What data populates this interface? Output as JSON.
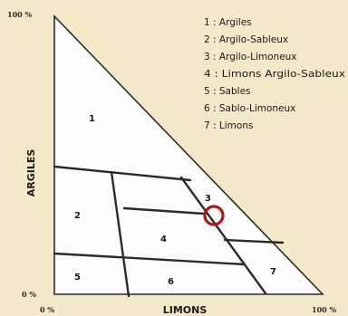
{
  "corners": {
    "top_percent": "100 %",
    "origin_left": "0 %",
    "origin_bottom": "0 %",
    "right_percent": "100 %"
  },
  "axes": {
    "vertical": "ARGILES",
    "horizontal": "LIMONS"
  },
  "zones": [
    "1",
    "2",
    "3",
    "4",
    "5",
    "6",
    "7"
  ],
  "legend": [
    "1 : Argiles",
    "2 : Argilo-Sableux",
    "3 : Argilo-Limoneux",
    "4 : Limons Argilo-Sableux",
    "5 : Sables",
    "6 : Sablo-Limoneux",
    "7 : Limons"
  ],
  "colors": {
    "background": "#f3e9c9",
    "triangle_fill": "#fbfbfb",
    "lines": "#2b2b2b",
    "marker": "#a8191a"
  }
}
